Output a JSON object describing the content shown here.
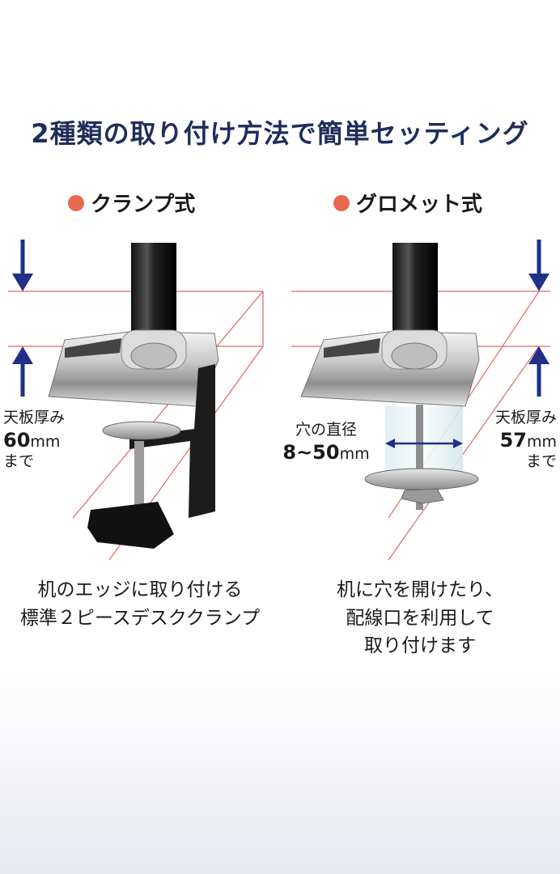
{
  "title": "2種類の取り付け方法で簡単セッティング",
  "clamp": {
    "label": "クランプ式",
    "spec_line1": "天板厚み",
    "spec_value": "60",
    "spec_unit": "mm",
    "spec_line3": "まで",
    "desc_line1": "机のエッジに取り付ける",
    "desc_line2": "標準２ピースデスククランプ"
  },
  "grommet": {
    "label": "グロメット式",
    "hole_label": "穴の直径",
    "hole_value": "8~50",
    "hole_unit": "mm",
    "spec_line1": "天板厚み",
    "spec_value": "57",
    "spec_unit": "mm",
    "spec_line3": "まで",
    "desc_line1": "机に穴を開けたり、",
    "desc_line2": "配線口を利用して",
    "desc_line3": "取り付けます"
  },
  "colors": {
    "title": "#1f2d5c",
    "accent_dot": "#e8694f",
    "arrow": "#1f2f8a",
    "guide_line": "#e06666"
  }
}
